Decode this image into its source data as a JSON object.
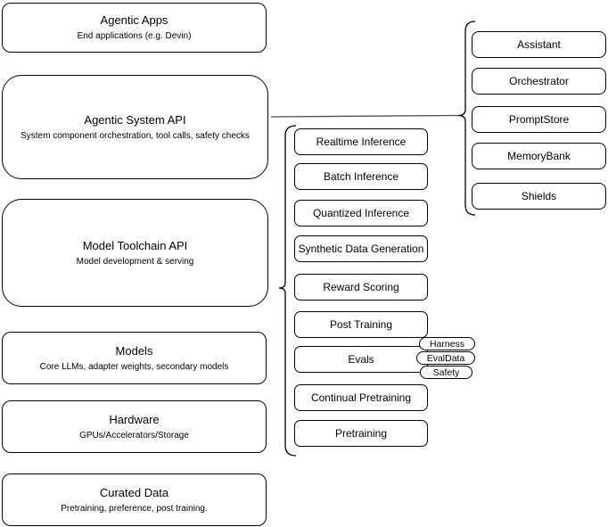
{
  "diagram": {
    "left_column": [
      {
        "title": "Agentic Apps",
        "subtitle": "End applications (e.g. Devin)"
      },
      {
        "title": "Agentic System API",
        "subtitle": "System component orchestration, tool calls, safety checks"
      },
      {
        "title": "Model Toolchain API",
        "subtitle": "Model development & serving"
      },
      {
        "title": "Models",
        "subtitle": "Core LLMs, adapter weights, secondary models"
      },
      {
        "title": "Hardware",
        "subtitle": "GPUs/Accelerators/Storage"
      },
      {
        "title": "Curated Data",
        "subtitle": "Pretraining, preference, post training."
      }
    ],
    "toolchain_items": [
      "Realtime Inference",
      "Batch Inference",
      "Quantized Inference",
      "Synthetic Data Generation",
      "Reward Scoring",
      "Post Training",
      "Evals",
      "Continual Pretraining",
      "Pretraining"
    ],
    "eval_tags": [
      "Harness",
      "EvalData",
      "Safety"
    ],
    "system_components": [
      "Assistant",
      "Orchestrator",
      "PromptStore",
      "MemoryBank",
      "Shields"
    ],
    "colors": {
      "stroke": "#000000",
      "fill": "#ffffff",
      "connector": "#4d4d4d"
    }
  }
}
